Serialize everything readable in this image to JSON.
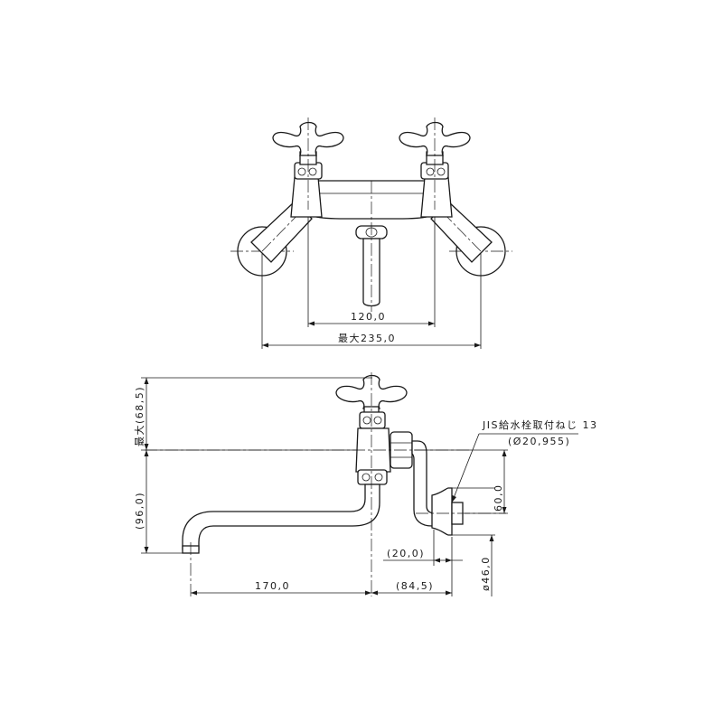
{
  "top_view": {
    "dim_center_spacing": "120,0",
    "dim_max_width": "最大235,0"
  },
  "side_view": {
    "dim_max_height": "最大(68,5)",
    "dim_spout_height": "(96,0)",
    "dim_spout_reach": "170,0",
    "dim_wall_offset": "(84,5)",
    "dim_thread_offset": "(20,0)",
    "dim_connection_height": "60,0",
    "dim_flange_dia": "ø46,0",
    "thread_note_line1": "JIS給水栓取付ねじ 13",
    "thread_note_line2": "(Ø20,955)"
  }
}
